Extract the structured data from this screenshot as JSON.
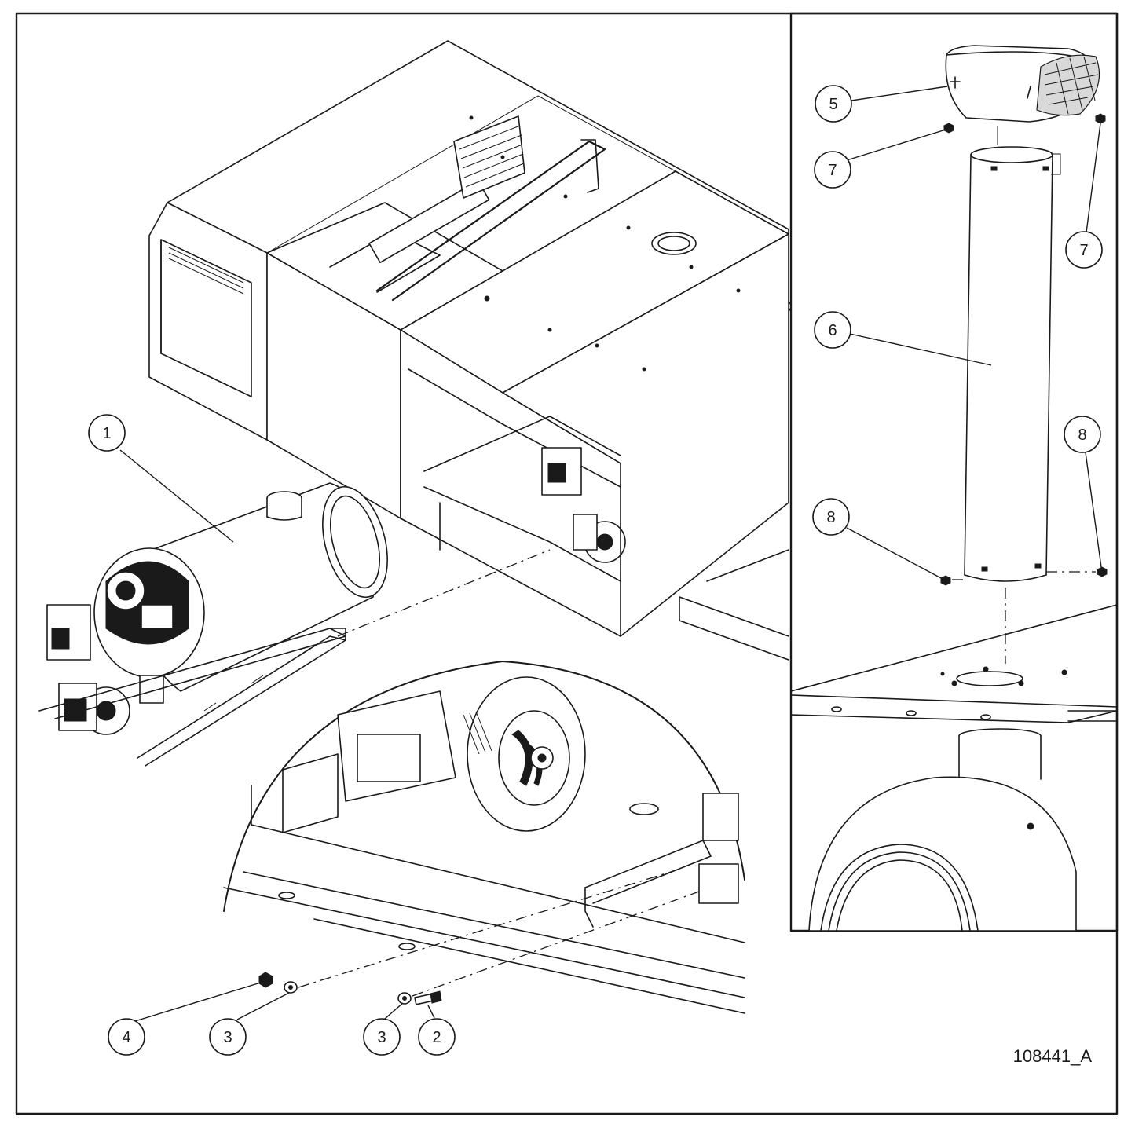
{
  "diagram": {
    "drawing_id": "108441_A",
    "callouts": [
      {
        "label": "1"
      },
      {
        "label": "2"
      },
      {
        "label": "3"
      },
      {
        "label": "3"
      },
      {
        "label": "4"
      },
      {
        "label": "5"
      },
      {
        "label": "6"
      },
      {
        "label": "7"
      },
      {
        "label": "7"
      },
      {
        "label": "8"
      },
      {
        "label": "8"
      }
    ]
  }
}
